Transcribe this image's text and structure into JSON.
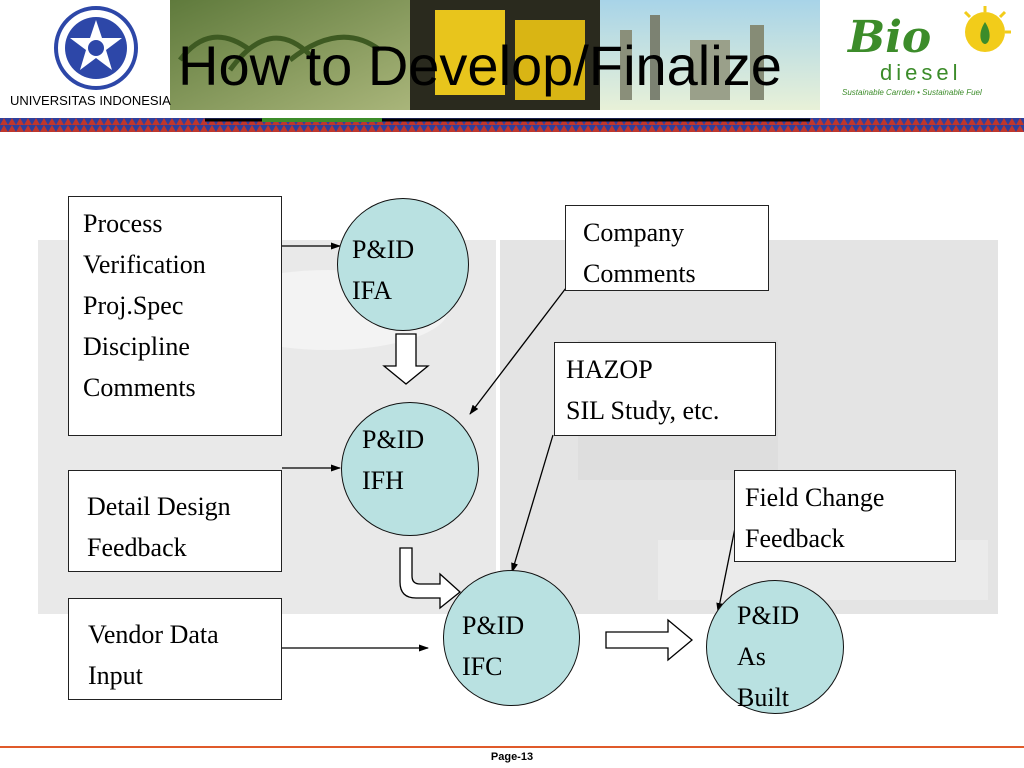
{
  "header": {
    "title": "How to Develop/Finalize",
    "university": "UNIVERSITAS INDONESIA",
    "biodiesel_logo": {
      "word1": "Bio",
      "word2": "diesel",
      "tagline": "Sustainable Carrden • Sustainable Fuel"
    }
  },
  "boxes": {
    "process_verification": [
      "Process",
      "Verification",
      "Proj.Spec",
      "Discipline",
      "Comments"
    ],
    "company_comments": [
      "Company",
      "Comments"
    ],
    "hazop": [
      "HAZOP",
      "SIL Study, etc."
    ],
    "detail_design": [
      "Detail Design",
      "Feedback"
    ],
    "field_change": [
      "Field Change",
      "Feedback"
    ],
    "vendor_data": [
      "Vendor Data",
      "Input"
    ]
  },
  "nodes": {
    "ifa": [
      "P&ID",
      "IFA"
    ],
    "ifh": [
      "P&ID",
      "IFH"
    ],
    "ifc": [
      "P&ID",
      "IFC"
    ],
    "as_built": [
      "P&ID",
      "As",
      "Built"
    ]
  },
  "footer": {
    "page": "Page-13"
  },
  "colors": {
    "node_fill": "#b9e1e1",
    "footer_line": "#e05a2a",
    "logo_green": "#3c8c2a"
  }
}
